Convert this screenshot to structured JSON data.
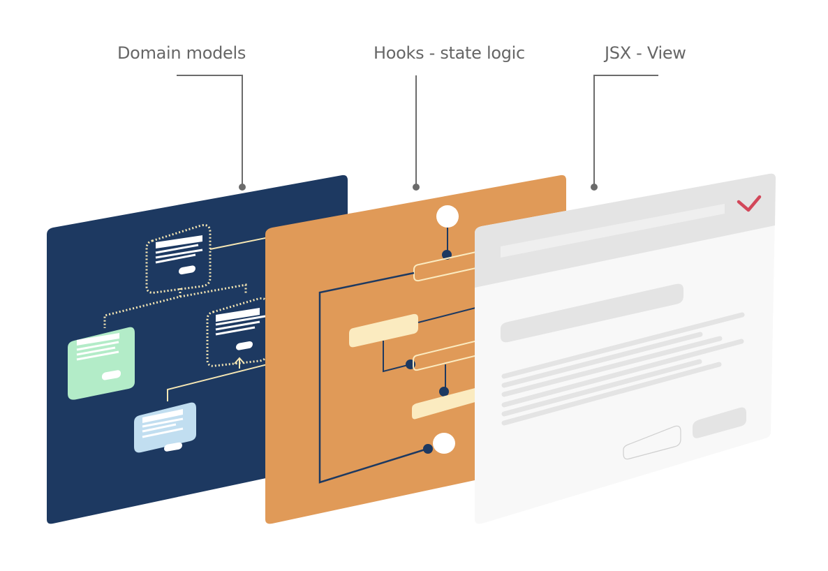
{
  "labels": {
    "domain_models": "Domain models",
    "hooks": "Hooks - state logic",
    "view": "JSX - View"
  },
  "layers": [
    {
      "name": "Domain models",
      "color": "#1d3961"
    },
    {
      "name": "Hooks - state logic",
      "color": "#e09a58"
    },
    {
      "name": "JSX - View",
      "color": "#f8f8f8"
    }
  ],
  "colors": {
    "connector": "#6b6b6b",
    "accent_line": "#f6e7b4",
    "cream": "#fbebc0",
    "navy": "#1d3961",
    "green_card": "#b3ecc8",
    "blue_card": "#c1def0",
    "view_gray": "#e4e4e4",
    "check_red": "#d2485a"
  }
}
